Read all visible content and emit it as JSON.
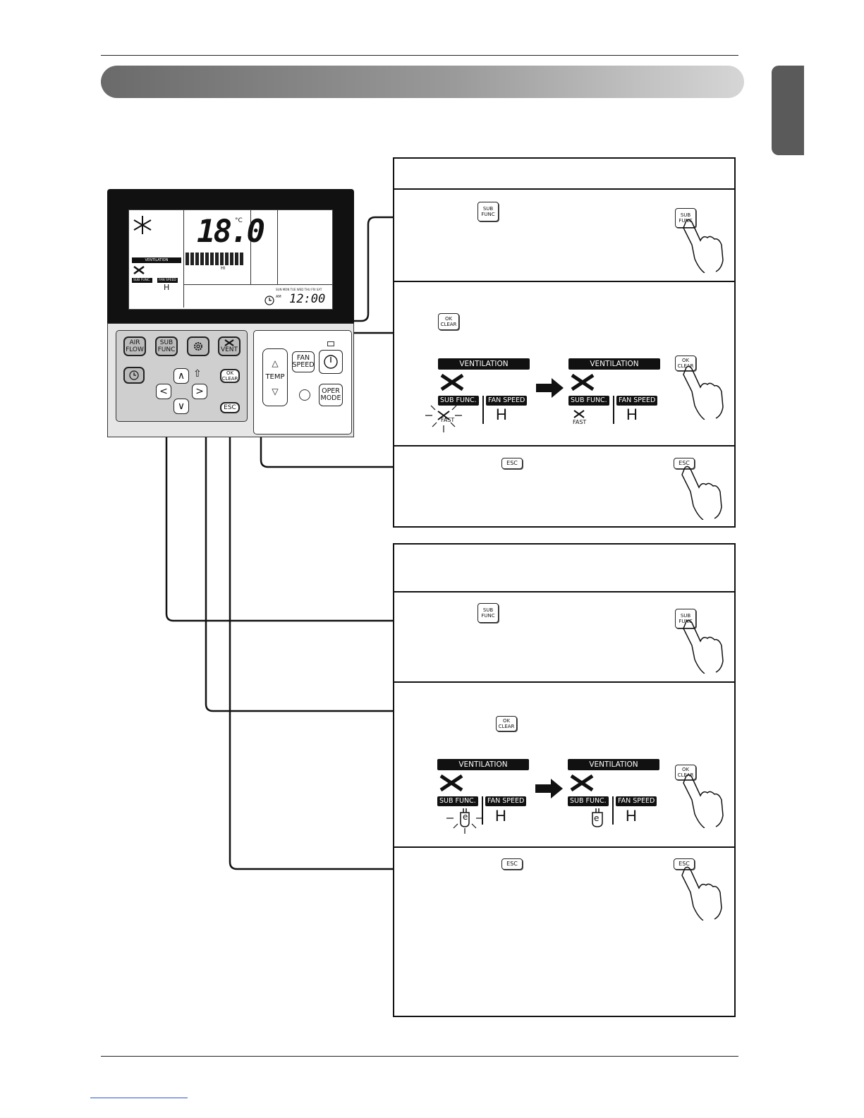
{
  "icons": {
    "hand": "hand-pressing-icon",
    "arrow": "right-arrow-icon",
    "fan": "ventilation-fan-icon",
    "fast": "fast-icon",
    "energy": "energy-saving-icon",
    "snowflake": "snowflake-icon",
    "clock": "clock-icon",
    "gear": "gear-icon",
    "power": "power-icon"
  },
  "buttons": {
    "sub_func": [
      "SUB",
      "FUNC"
    ],
    "ok_clear": [
      "OK",
      "CLEAR"
    ],
    "esc": "ESC"
  },
  "display": {
    "ventilation": "VENTILATION",
    "sub_func": "SUB FUNC.",
    "fan_speed": "FAN SPEED",
    "h": "H",
    "fast": "FAST",
    "energy": "e"
  },
  "remote": {
    "temp_value": "18.0",
    "temp_unit": "°C",
    "hi": "HI",
    "lcd_ventilation": "VENTILATION",
    "lcd_sub_func": "SUB FUNC.",
    "lcd_fan_speed": "FAN SPEED",
    "lcd_h": "H",
    "days": "SUN MON TUE WED THU FRI SAT",
    "am": "AM",
    "time": "12:00",
    "air_flow": [
      "AIR",
      "FLOW"
    ],
    "sub_func": [
      "SUB",
      "FUNC"
    ],
    "vent": "VENT",
    "ok_clear": [
      "OK",
      "CLEAR"
    ],
    "esc": "ESC",
    "fan_speed": [
      "FAN",
      "SPEED"
    ],
    "temp": "TEMP",
    "oper_mode": [
      "OPER",
      "MODE"
    ]
  }
}
